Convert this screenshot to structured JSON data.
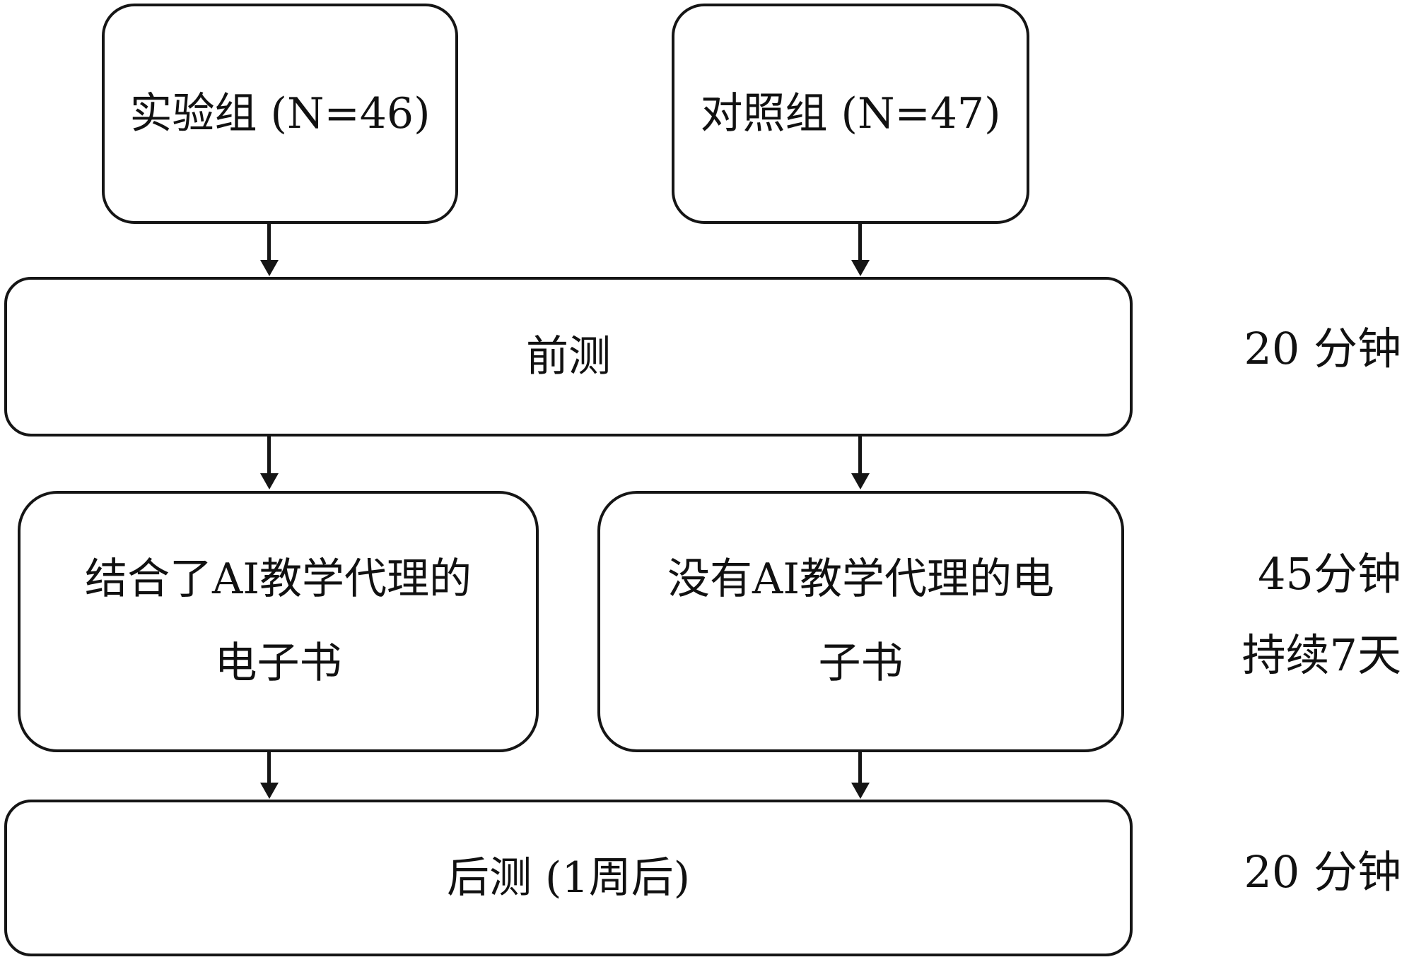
{
  "diagram": {
    "boxes": {
      "experimental_group": {
        "label": "实验组 (N=46)"
      },
      "control_group": {
        "label": "对照组 (N=47)"
      },
      "pretest": {
        "label": "前测"
      },
      "ai_ebook": {
        "line1": "结合了AI教学代理的",
        "line2": "电子书"
      },
      "no_ai_ebook": {
        "line1": "没有AI教学代理的电",
        "line2": "子书"
      },
      "posttest": {
        "label": "后测 (1周后)"
      }
    },
    "durations": {
      "pretest": "20 分钟",
      "intervention_line1": "45分钟",
      "intervention_line2": "持续7天",
      "posttest": "20 分钟"
    },
    "colors": {
      "line": "#151515",
      "text": "#111111",
      "background": "#ffffff"
    }
  }
}
